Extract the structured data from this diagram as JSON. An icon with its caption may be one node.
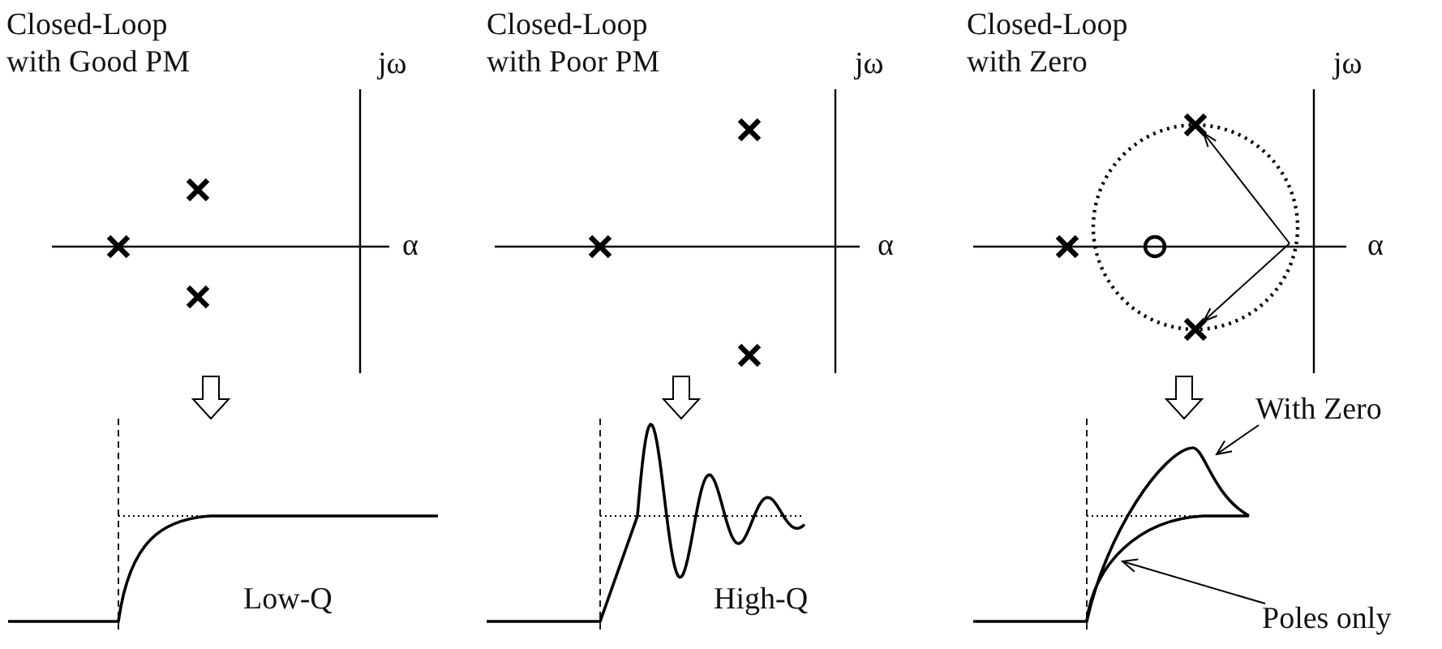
{
  "diagram": {
    "nodes": [
      {
        "text": [
          "Closed-Loop with Good PM"
        ]
      },
      {
        "text": [
          "Low-Q"
        ]
      },
      {
        "text": [
          "Closed-Loop with Poor PM"
        ]
      },
      {
        "text": [
          "High-Q"
        ]
      },
      {
        "text": [
          "Closed-Loop with Zero"
        ]
      },
      {
        "text": [],
        "shape": "picture"
      },
      {
        "text": [
          "With Zero"
        ]
      },
      {
        "text": [
          "Poles only"
        ]
      }
    ],
    "edges": [
      {
        "from": 0,
        "to": 1,
        "arrow": "to",
        "style": "thick"
      },
      {
        "from": 2,
        "to": 3,
        "arrow": "to",
        "style": "thick"
      },
      {
        "from": 4,
        "to": 5,
        "arrow": "to",
        "style": "thick"
      },
      {
        "from": 6,
        "to": 5,
        "arrow": "to"
      },
      {
        "from": 7,
        "to": 5,
        "arrow": "to"
      }
    ],
    "labels": [
      "jω",
      "jω",
      "jω",
      "α",
      "α",
      "α"
    ]
  }
}
